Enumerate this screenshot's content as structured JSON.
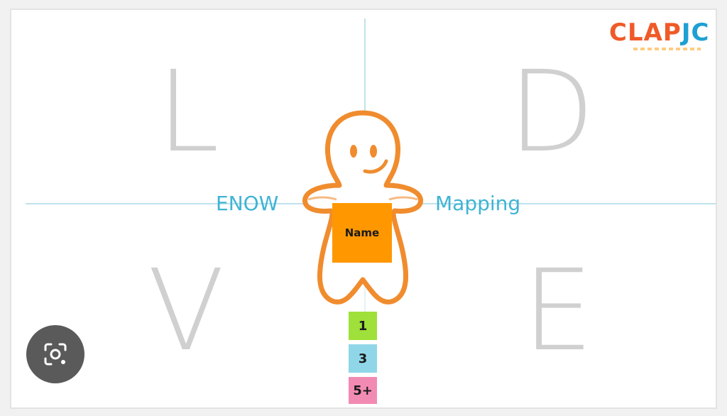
{
  "letters": {
    "top_left": "L",
    "top_right": "D",
    "bottom_left": "V",
    "bottom_right": "E"
  },
  "labels": {
    "left": "ENOW",
    "right": "Mapping"
  },
  "figure": {
    "name_label": "Name",
    "icon": "gingerbread-figure"
  },
  "levels": [
    "1",
    "3",
    "5+"
  ],
  "logo": {
    "part1": "CLAP",
    "part2": "JC",
    "color1": "#f05a28",
    "color2": "#1ea0d2"
  },
  "lens_button": {
    "icon": "google-lens-icon"
  },
  "colors": {
    "axis": "#bfe3ee",
    "letter": "#d0d0d0",
    "label": "#3fb4d4",
    "figure_outline": "#f08c2e",
    "name_box": "#ff9800",
    "level_1": "#9fe03a",
    "level_3": "#8fd7e8",
    "level_5": "#f28bb4"
  }
}
